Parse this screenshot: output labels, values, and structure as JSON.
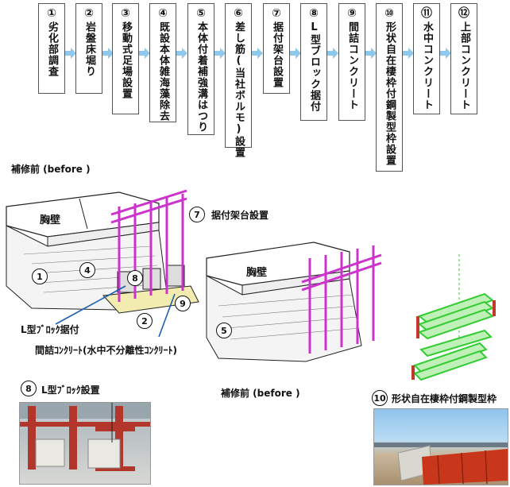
{
  "steps": [
    {
      "num": "①",
      "text": "劣化部調査"
    },
    {
      "num": "②",
      "text": "岩盤床堀り"
    },
    {
      "num": "③",
      "text": "移動式足場設置"
    },
    {
      "num": "④",
      "text": "既設本体雑海藻除去"
    },
    {
      "num": "⑤",
      "text": "本体付着補強溝はつり"
    },
    {
      "num": "⑥",
      "text": "差し筋(当社ボルモ)設置"
    },
    {
      "num": "⑦",
      "text": "据付架台設置"
    },
    {
      "num": "⑧",
      "text": "L型ブロック据付"
    },
    {
      "num": "⑨",
      "text": "間詰コンクリート"
    },
    {
      "num": "⑩",
      "text": "形状自在棲枠付鋼製型枠設置"
    },
    {
      "num": "⑪",
      "text": "水中コンクリート"
    },
    {
      "num": "⑫",
      "text": "上部コンクリート"
    }
  ],
  "left_diagram": {
    "caption": "補修前  (before )",
    "wall_label": "胸壁",
    "markers": [
      "1",
      "2",
      "4",
      "8",
      "9"
    ],
    "callout_lblock": "L型ﾌﾞﾛｯｸ据付",
    "callout_concrete": "間詰ｺﾝｸﾘｰﾄ(水中不分離性ｺﾝｸﾘｰﾄ)"
  },
  "right_diagram": {
    "marker_7": "7",
    "label_7": "据付架台設置",
    "wall_label": "胸壁",
    "marker_5": "5",
    "caption": "補修前  (before )",
    "marker_10": "10",
    "label_10": "形状自在棲枠付鋼製型枠"
  },
  "photo_left": {
    "marker": "8",
    "label": "L型ﾌﾞﾛｯｸ設置"
  },
  "colors": {
    "frame_magenta": "#cc33cc",
    "form_green": "#33cc33",
    "arrow_blue": "#8fc8ea",
    "callout_blue": "#1f5fb4",
    "block_yellow": "#f2ecb0"
  }
}
